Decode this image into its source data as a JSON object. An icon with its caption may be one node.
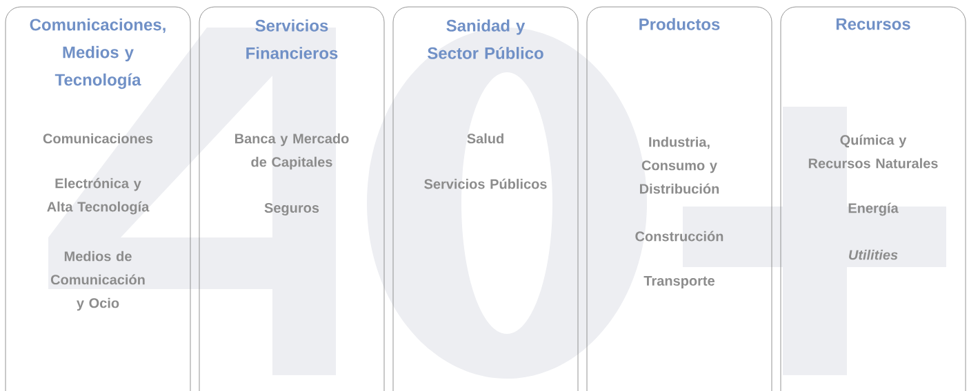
{
  "diagram": {
    "nodes": [
      {
        "text": [
          "Comunicaciones, Medios y Tecnología",
          "Comunicaciones",
          "Electrónica y Alta Tecnología",
          "Medios de Comunicación y Ocio"
        ]
      },
      {
        "text": [
          "Servicios Financieros",
          "Banca y Mercado de Capitales",
          "Seguros"
        ]
      },
      {
        "text": [
          "Sanidad y Sector Público",
          "Salud",
          "Servicios Públicos"
        ]
      },
      {
        "text": [
          "Productos",
          "Industria, Consumo y Distribución",
          "Construcción",
          "Transporte"
        ]
      },
      {
        "text": [
          "Recursos",
          "Química y Recursos Naturales",
          "Energía",
          "*Utilities*"
        ]
      }
    ]
  }
}
